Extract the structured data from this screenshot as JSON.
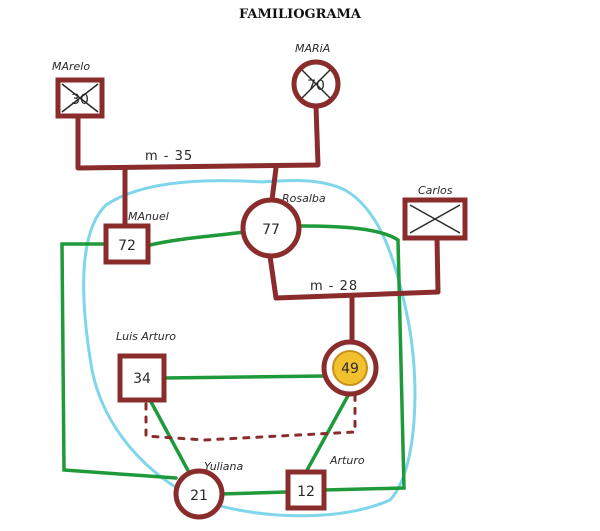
{
  "title": "FAMILIOGRAMA",
  "colors": {
    "family_line": "#8b2c2c",
    "green_relation": "#1f9a3a",
    "blue_household": "#7fd6ea",
    "highlight_fill": "#f2c12e",
    "ink": "#2a2a2a"
  },
  "people": {
    "grandfather": {
      "name": "MArelo",
      "age": "30",
      "shape": "square",
      "deceased": true
    },
    "grandmother": {
      "name": "MARiA",
      "age": "70",
      "shape": "circle",
      "deceased": true
    },
    "father": {
      "name": "MAnuel",
      "age": "72",
      "shape": "square",
      "deceased": false
    },
    "mother": {
      "name": "Rosalba",
      "age": "77",
      "shape": "circle",
      "deceased": false
    },
    "carlos": {
      "name": "Carlos",
      "age": "",
      "shape": "square",
      "deceased": true
    },
    "luis": {
      "name": "Luis Arturo",
      "age": "34",
      "shape": "square",
      "deceased": false
    },
    "index": {
      "name": "",
      "age": "49",
      "shape": "circle",
      "deceased": false,
      "highlighted": true
    },
    "yuliana": {
      "name": "Yuliana",
      "age": "21",
      "shape": "circle",
      "deceased": false
    },
    "arturo": {
      "name": "Arturo",
      "age": "12",
      "shape": "square",
      "deceased": false
    }
  },
  "relations": {
    "grandparents_marriage": "m - 35",
    "second_marriage": "m - 28"
  }
}
